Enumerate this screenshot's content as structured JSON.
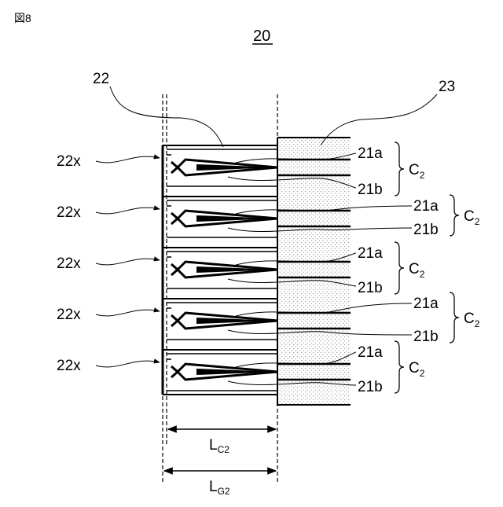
{
  "figure": {
    "fig_label": "図8",
    "number": "20"
  },
  "labels": {
    "ref_22": "22",
    "ref_23": "23",
    "cell_ref": "22x",
    "tab_a": "21a",
    "tab_b": "21b",
    "group_main": "C",
    "group_sub": "2",
    "dim_c_main": "L",
    "dim_c_sub": "C2",
    "dim_g_main": "L",
    "dim_g_sub": "G2"
  },
  "colors": {
    "line": "#000000",
    "dots": "#6a6a6a",
    "background": "#ffffff"
  }
}
